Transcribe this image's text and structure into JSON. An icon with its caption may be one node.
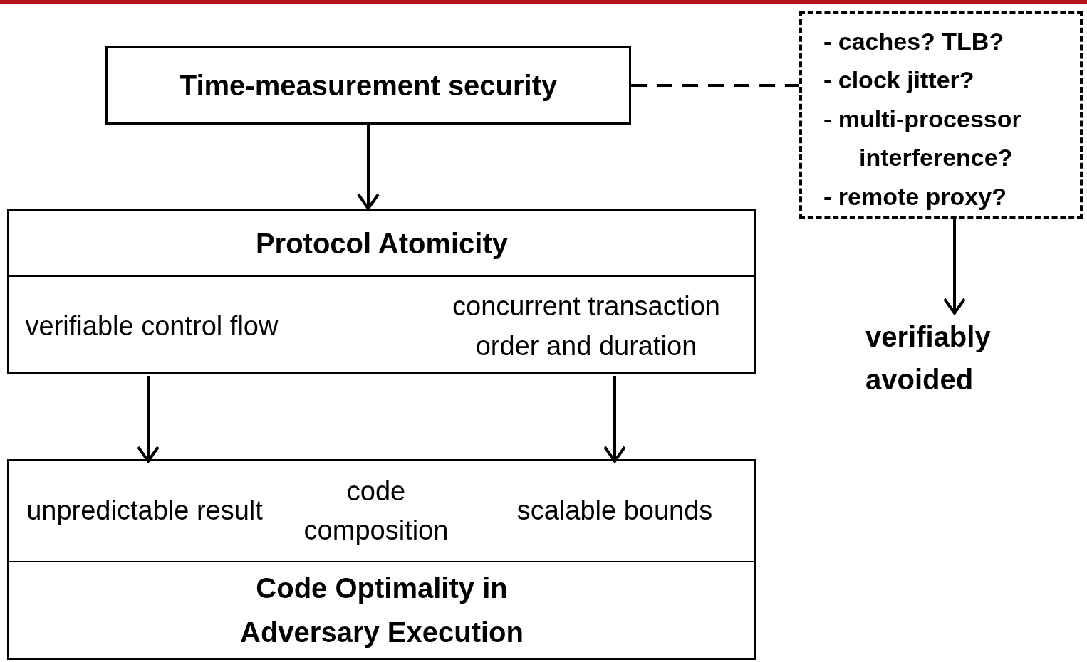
{
  "diagram": {
    "nodes": [
      {
        "text": [
          "Time-measurement security"
        ]
      },
      {
        "text": [
          "Protocol Atomicity"
        ]
      },
      {
        "text": [
          "verifiable control flow"
        ],
        "in": 1
      },
      {
        "text": [
          "concurrent transaction order and duration"
        ],
        "in": 1
      },
      {
        "text": [
          "Code Optimality in Adversary Execution"
        ]
      },
      {
        "text": [
          "unpredictable result"
        ],
        "in": 4
      },
      {
        "text": [
          "code composition"
        ],
        "in": 4
      },
      {
        "text": [
          "scalable bounds"
        ],
        "in": 4
      },
      {
        "text": [
          "- caches? TLB?",
          "- clock jitter?",
          "- multi-processor interference?",
          "- remote proxy?"
        ]
      },
      {
        "text": [
          "verifiably avoided"
        ]
      }
    ],
    "edges": [
      {
        "from": 0,
        "to": 1,
        "arrow": "to"
      },
      {
        "from": 2,
        "to": 5,
        "arrow": "to"
      },
      {
        "from": 3,
        "to": 7,
        "arrow": "to"
      },
      {
        "from": 0,
        "to": 8,
        "arrow": "none",
        "style": "dashed"
      },
      {
        "from": 8,
        "to": 9,
        "arrow": "to"
      }
    ]
  }
}
